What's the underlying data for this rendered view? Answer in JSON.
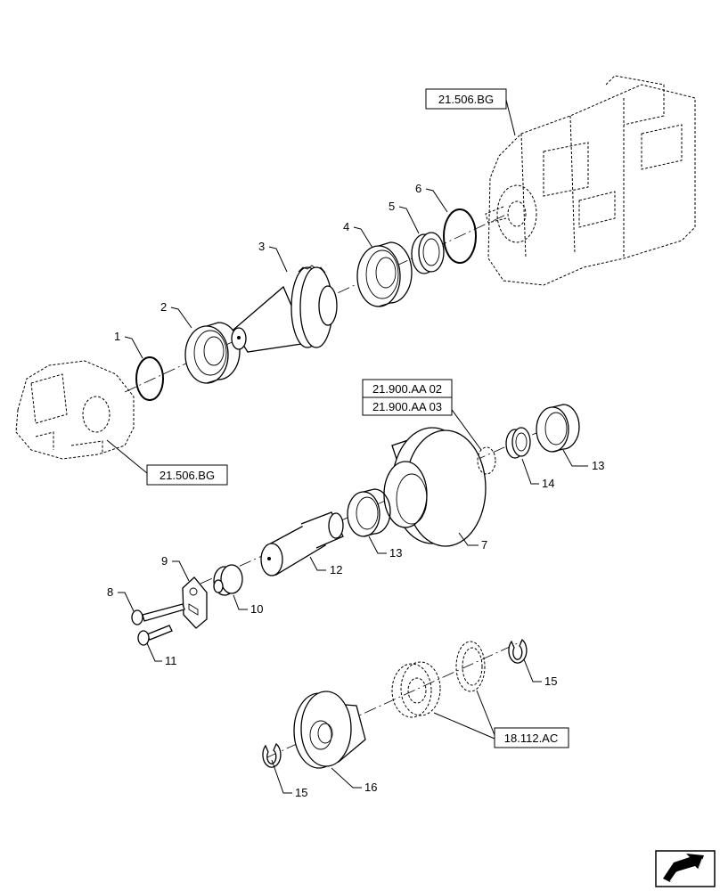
{
  "callouts": {
    "c1": "1",
    "c2": "2",
    "c3": "3",
    "c4": "4",
    "c5": "5",
    "c6": "6",
    "c7": "7",
    "c8": "8",
    "c9": "9",
    "c10": "10",
    "c11": "11",
    "c12": "12",
    "c13a": "13",
    "c13b": "13",
    "c14": "14",
    "c15a": "15",
    "c15b": "15",
    "c16": "16"
  },
  "references": {
    "top_right": "21.506.BG",
    "left": "21.506.BG",
    "mid_upper": "21.900.AA 02",
    "mid_lower": "21.900.AA 03",
    "bottom": "18.112.AC"
  },
  "icons": {
    "nav": "next-page-arrow-icon"
  }
}
